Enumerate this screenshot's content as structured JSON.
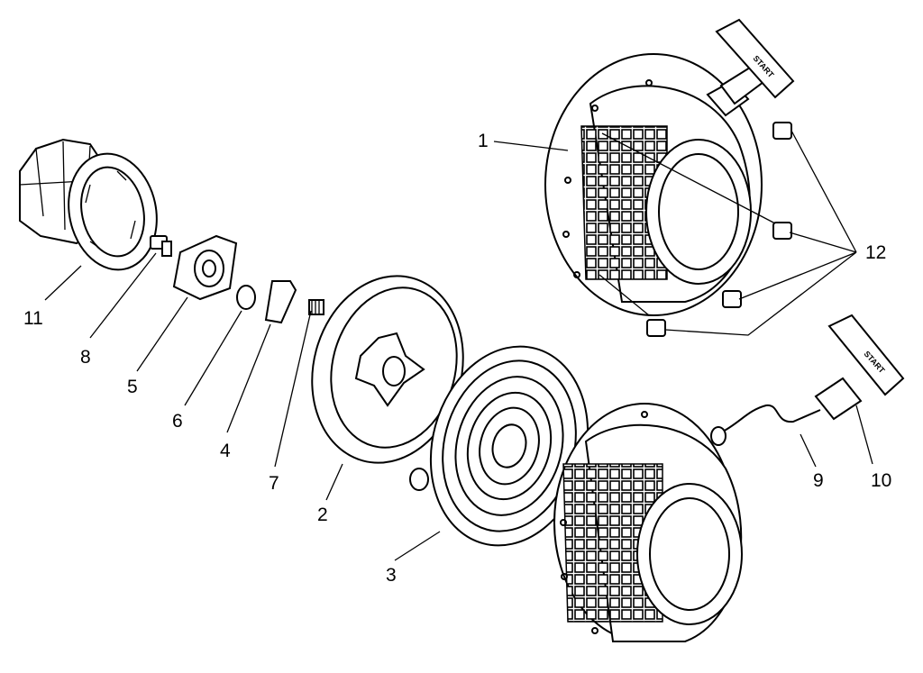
{
  "callouts": [
    {
      "id": "1",
      "label": "1"
    },
    {
      "id": "2",
      "label": "2"
    },
    {
      "id": "3",
      "label": "3"
    },
    {
      "id": "4",
      "label": "4"
    },
    {
      "id": "5",
      "label": "5"
    },
    {
      "id": "6",
      "label": "6"
    },
    {
      "id": "7",
      "label": "7"
    },
    {
      "id": "8",
      "label": "8"
    },
    {
      "id": "9",
      "label": "9"
    },
    {
      "id": "10",
      "label": "10"
    },
    {
      "id": "11",
      "label": "11"
    },
    {
      "id": "12",
      "label": "12"
    }
  ],
  "handle_text_top": "START",
  "handle_text_bottom": "START"
}
